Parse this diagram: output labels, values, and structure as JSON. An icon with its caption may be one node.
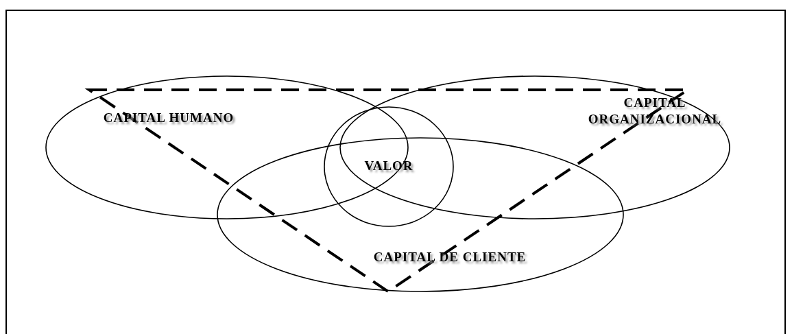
{
  "diagram": {
    "nodes": [
      {
        "text": [
          "CAPITAL HUMANO"
        ]
      },
      {
        "text": [
          "CAPITAL ORGANIZACIONAL"
        ]
      },
      {
        "text": [
          "CAPITAL DE CLIENTE"
        ]
      },
      {
        "text": [
          "VALOR"
        ]
      }
    ],
    "edges": []
  }
}
